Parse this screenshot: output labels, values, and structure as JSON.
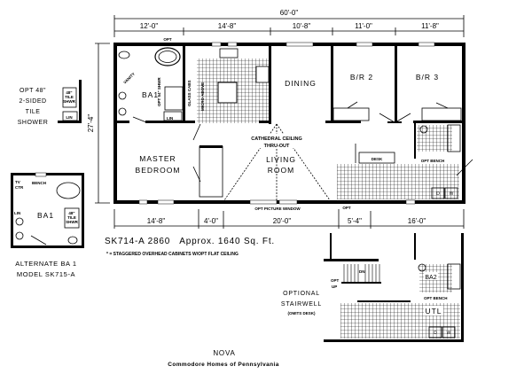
{
  "dimensions": {
    "overall_width": "60'-0\"",
    "overall_depth": "27'-4\"",
    "top": [
      "12'-0\"",
      "14'-8\"",
      "10'-8\"",
      "11'-0\"",
      "11'-8\""
    ],
    "bottom": [
      "14'-8\"",
      "4'-0\"",
      "20'-0\"",
      "5'-4\"",
      "16'-0\""
    ]
  },
  "rooms": {
    "ba1": "BA1",
    "dining": "DINING",
    "br2": "B/R 2",
    "br3": "B/R 3",
    "master": [
      "MASTER",
      "BEDROOM"
    ],
    "living": [
      "LIVING",
      "ROOM"
    ],
    "cathedral": [
      "CATHEDRAL CEILING",
      "THRU-OUT"
    ],
    "desk": "DESK",
    "opt_bench": "OPT BENCH",
    "opt_picture_window": "OPT PICTURE WINDOW",
    "opt": "OPT",
    "vanity": "VANITY",
    "lin": "LIN",
    "opt_shower": "OPT 54\" SHWR",
    "glass_cabs": "GLASS CABS",
    "micro_above": "MICRO ABOVE",
    "d": "D",
    "w": "W"
  },
  "opt_shower_inset": {
    "label": [
      "OPT 48\"",
      "2-SIDED",
      "TILE",
      "SHOWER"
    ],
    "shower": [
      "48\"",
      "TILE",
      "SHWR"
    ],
    "lin": "LIN"
  },
  "alternate_bath": {
    "ba1": "BA1",
    "tv": [
      "TV",
      "CTR"
    ],
    "bench": "BENCH",
    "lin": "LIN",
    "shower": [
      "48\"",
      "TILE",
      "SHWR"
    ],
    "caption": [
      "ALTERNATE BA 1",
      "MODEL SK715-A"
    ]
  },
  "model_line": "SK714-A 2860   Approx. 1640 Sq. Ft.",
  "note": "* = STAGGERED OVERHEAD CABINETS W/OPT FLAT CEILING",
  "stairwell": {
    "label": [
      "OPTIONAL",
      "STAIRWELL",
      "(OMITS DESK)"
    ],
    "dn": "DN",
    "opt_up": [
      "OPT",
      "UP"
    ],
    "ba2": "BA2",
    "utl": "UTL",
    "opt_bench": "OPT BENCH",
    "d": "D",
    "w": "W"
  },
  "footer": {
    "model_name": "NOVA",
    "company": "Commodore Homes of Pennsylvania"
  }
}
